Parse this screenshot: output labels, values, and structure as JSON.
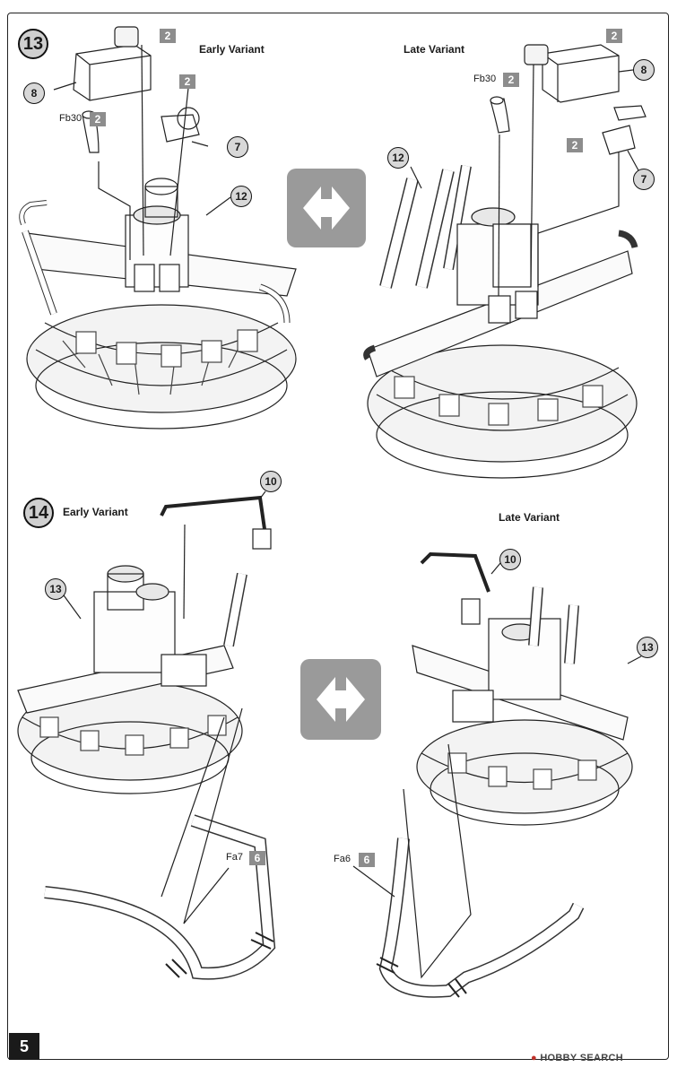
{
  "page_number": "5",
  "watermark": "HOBBY SEARCH",
  "colors": {
    "sprue_badge": "#8d8d8d",
    "arrow_grey": "#9a9a9a",
    "callout_fill": "#d8d8d8"
  },
  "steps": [
    {
      "number": "13",
      "variants": [
        {
          "label": "Early Variant",
          "parts": [
            {
              "callout": "8"
            },
            {
              "callout": "7"
            },
            {
              "callout": "12"
            },
            {
              "code": "Fb30",
              "sprue": "2"
            },
            {
              "sprue": "2"
            },
            {
              "sprue": "2"
            }
          ]
        },
        {
          "label": "Late Variant",
          "parts": [
            {
              "callout": "8"
            },
            {
              "callout": "7"
            },
            {
              "callout": "12"
            },
            {
              "code": "Fb30",
              "sprue": "2"
            },
            {
              "sprue": "2"
            },
            {
              "sprue": "2"
            }
          ]
        }
      ]
    },
    {
      "number": "14",
      "variants": [
        {
          "label": "Early Variant",
          "parts": [
            {
              "callout": "10"
            },
            {
              "callout": "13"
            },
            {
              "code": "Fa7",
              "sprue": "6"
            }
          ]
        },
        {
          "label": "Late Variant",
          "parts": [
            {
              "callout": "10"
            },
            {
              "callout": "13"
            },
            {
              "code": "Fa6",
              "sprue": "6"
            }
          ]
        }
      ]
    }
  ],
  "icons": {
    "variant_switch": "double-arrow-icon"
  }
}
